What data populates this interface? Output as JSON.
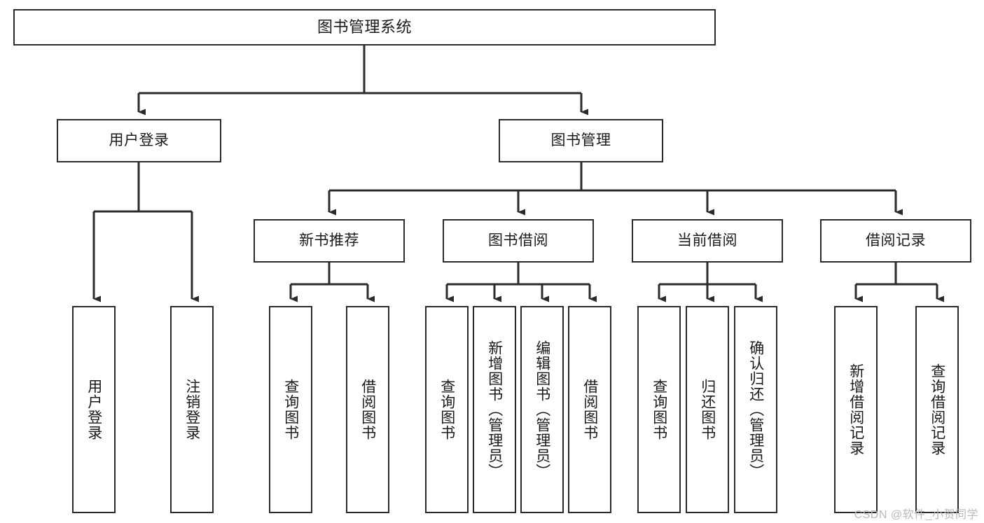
{
  "diagram": {
    "title": "图书管理系统",
    "type": "tree-hierarchy-diagram",
    "orientation": "top-down",
    "colors": {
      "box_border": "#2b2b2b",
      "box_fill": "#ffffff",
      "edge": "#2b2b2b",
      "text": "#1a1a1a",
      "watermark": "#b9b9b9"
    },
    "watermark": "CSDN @软件_小贺同学"
  },
  "nodes": {
    "root": {
      "label": "图书管理系统",
      "level": 1
    },
    "level2": [
      {
        "id": "user-login",
        "label": "用户登录"
      },
      {
        "id": "book-manage",
        "label": "图书管理"
      }
    ],
    "level3": [
      {
        "id": "new-book-recommend",
        "label": "新书推荐",
        "parent": "book-manage"
      },
      {
        "id": "book-borrow",
        "label": "图书借阅",
        "parent": "book-manage"
      },
      {
        "id": "current-borrow",
        "label": "当前借阅",
        "parent": "book-manage"
      },
      {
        "id": "borrow-record",
        "label": "借阅记录",
        "parent": "book-manage"
      }
    ],
    "leaves": {
      "user_login": [
        {
          "id": "leaf-user-login",
          "label": "用户登录"
        },
        {
          "id": "leaf-user-logout",
          "label": "注销登录"
        }
      ],
      "new_book_recommend": [
        {
          "id": "leaf-query-book-1",
          "label": "查询图书"
        },
        {
          "id": "leaf-borrow-book-1",
          "label": "借阅图书"
        }
      ],
      "book_borrow": [
        {
          "id": "leaf-query-book-2",
          "label": "查询图书"
        },
        {
          "id": "leaf-add-book",
          "label": "新增图书（管理员）"
        },
        {
          "id": "leaf-edit-book",
          "label": "编辑图书（管理员）"
        },
        {
          "id": "leaf-borrow-book-2",
          "label": "借阅图书"
        }
      ],
      "current_borrow": [
        {
          "id": "leaf-query-book-3",
          "label": "查询图书"
        },
        {
          "id": "leaf-return-book",
          "label": "归还图书"
        },
        {
          "id": "leaf-confirm-return",
          "label": "确认归还（管理员）"
        }
      ],
      "borrow_record": [
        {
          "id": "leaf-add-record",
          "label": "新增借阅记录"
        },
        {
          "id": "leaf-query-record",
          "label": "查询借阅记录"
        }
      ]
    }
  }
}
